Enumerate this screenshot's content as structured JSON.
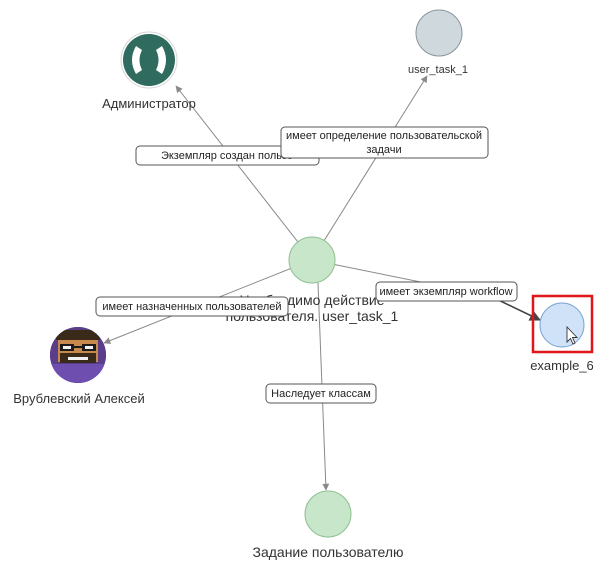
{
  "colors": {
    "accent_selection": "#e0161b",
    "node_green": "#c8e6c9",
    "node_grey": "#cfd8dc",
    "node_blue": "#cfe2f7",
    "admin_icon": "#2f6b5e"
  },
  "nodes": {
    "admin": {
      "label": "Администратор",
      "icon": "admin-role-icon"
    },
    "user_task": {
      "label": "user_task_1"
    },
    "center": {
      "label_line1": "Необходимо действие",
      "label_line2": "пользователя. user_task_1"
    },
    "example": {
      "label": "example_6",
      "selected": true
    },
    "person": {
      "label": "Врублевский Алексей",
      "icon": "pixel-avatar-icon"
    },
    "user_task_class": {
      "label": "Задание пользователю"
    }
  },
  "edges": {
    "to_admin": {
      "label": "Экземпляр создан пользо"
    },
    "to_user_task": {
      "label_line1": "имеет определение пользовательской",
      "label_line2": "задачи"
    },
    "to_example": {
      "label": "имеет экземпляр workflow"
    },
    "to_person": {
      "label": "имеет назначенных пользователей"
    },
    "to_class": {
      "label": "Наследует классам"
    }
  },
  "cursor": {
    "icon": "mouse-pointer-icon"
  }
}
